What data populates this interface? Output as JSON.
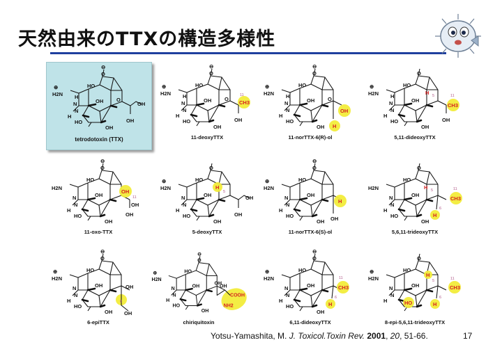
{
  "slide": {
    "title": "天然由来のTTXの構造多様性",
    "page_number": "17",
    "accent_color": "#1f3f9e",
    "highlight_color": "#f2ec3a",
    "mascot_icon": "pufferfish-icon"
  },
  "labels": {
    "oh": "OH",
    "ho": "HO",
    "h": "H",
    "n": "N",
    "h2n": "H2N",
    "plus": "⊕",
    "minus": "⊖",
    "o": "O",
    "ch3": "CH3",
    "cooh": "COOH",
    "nh2": "NH2",
    "n5": "5",
    "n6": "6",
    "n11": "11"
  },
  "compounds": [
    {
      "name": "tetrodotoxin (TTX)"
    },
    {
      "name": "11-deoxyTTX"
    },
    {
      "name": "11-norTTX-6(R)-ol"
    },
    {
      "name": "5,11-dideoxyTTX"
    },
    {
      "name": "11-oxo-TTX"
    },
    {
      "name": "5-deoxyTTX"
    },
    {
      "name": "11-norTTX-6(S)-ol"
    },
    {
      "name": "5,6,11-trideoxyTTX"
    },
    {
      "name": "6-epiTTX"
    },
    {
      "name": "chiriquitoxin"
    },
    {
      "name": "6,11-dideoxyTTX"
    },
    {
      "name": "8-epi-5,6,11-trideoxyTTX"
    }
  ],
  "citation": {
    "authors": "Yotsu-Yamashita, M.",
    "journal": "J. Toxicol.Toxin Rev.",
    "year": "2001",
    "volume": "20",
    "pages": ", 51-66."
  }
}
